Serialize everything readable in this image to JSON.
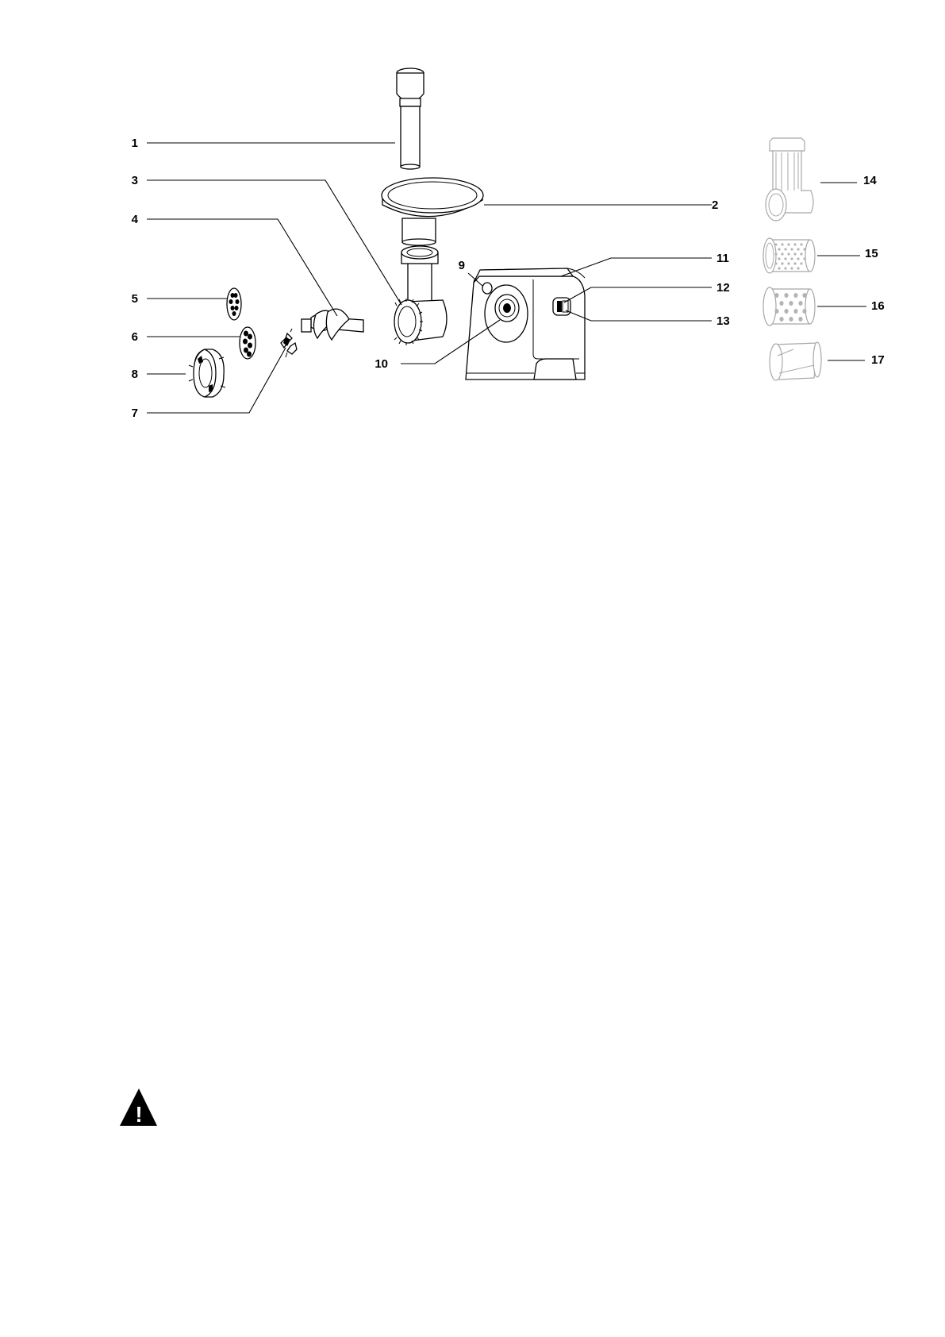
{
  "diagram": {
    "labels": {
      "l1": "1",
      "l2": "2",
      "l3": "3",
      "l4": "4",
      "l5": "5",
      "l6": "6",
      "l7": "7",
      "l8": "8",
      "l9": "9",
      "l10": "10",
      "l11": "11",
      "l12": "12",
      "l13": "13",
      "l14": "14",
      "l15": "15",
      "l16": "16",
      "l17": "17"
    }
  },
  "warning": {
    "icon": "warning-triangle-icon",
    "symbol": "!"
  },
  "colors": {
    "line": "#000000",
    "attachment_outline": "#a8a8a8",
    "background": "#ffffff"
  }
}
